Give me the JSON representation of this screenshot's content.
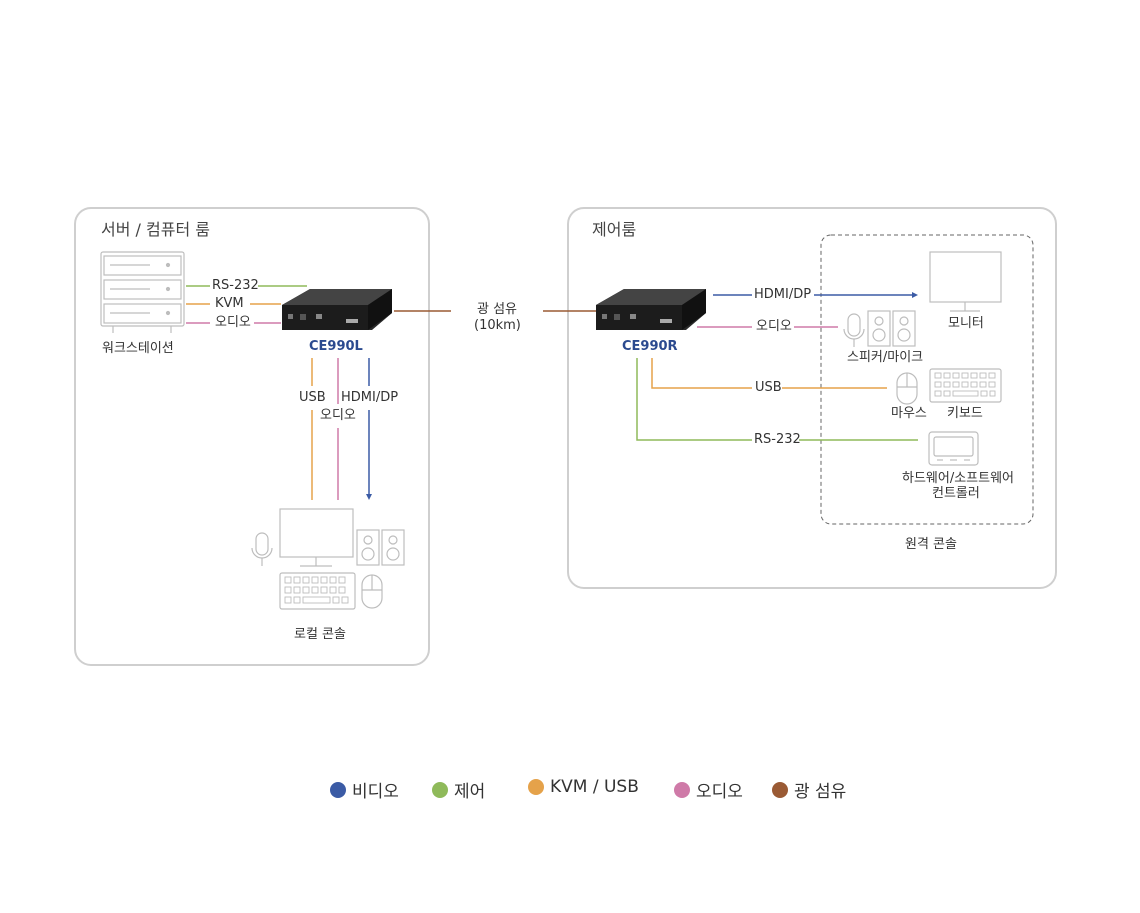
{
  "left_room": {
    "title": "서버 / 컴퓨터 룸",
    "workstation_label": "워크스테이션",
    "device_label": "CE990L",
    "links": {
      "rs232": "RS-232",
      "kvm": "KVM",
      "audio": "오디오"
    },
    "down_links": {
      "usb": "USB",
      "audio": "오디오",
      "hdmi": "HDMI/DP"
    },
    "console_label": "로컬 콘솔"
  },
  "fiber": {
    "label": "광 섬유",
    "distance": "(10km)"
  },
  "right_room": {
    "title": "제어룸",
    "device_label": "CE990R",
    "links": {
      "hdmi": "HDMI/DP",
      "audio": "오디오",
      "usb": "USB",
      "rs232": "RS-232"
    },
    "monitor_label": "모니터",
    "speaker_mic_label": "스피커/마이크",
    "mouse_label": "마우스",
    "keyboard_label": "키보드",
    "hw_sw_label_1": "하드웨어/소프트웨어",
    "hw_sw_label_2": "컨트롤러",
    "remote_console_label": "원격 콘솔"
  },
  "legend": [
    {
      "label": "비디오",
      "color": "#3b5ba5"
    },
    {
      "label": "제어",
      "color": "#8fba5a"
    },
    {
      "label": "KVM / USB",
      "color": "#e5a24a"
    },
    {
      "label": "오디오",
      "color": "#cf7aa8"
    },
    {
      "label": "광 섬유",
      "color": "#9a5a34"
    }
  ],
  "colors": {
    "video": "#3b5ba5",
    "control": "#8fba5a",
    "kvm_usb": "#e5a24a",
    "audio": "#cf7aa8",
    "fiber": "#9a5a34",
    "device_label": "#2b4a8f",
    "outline": "#bbbbbb"
  }
}
